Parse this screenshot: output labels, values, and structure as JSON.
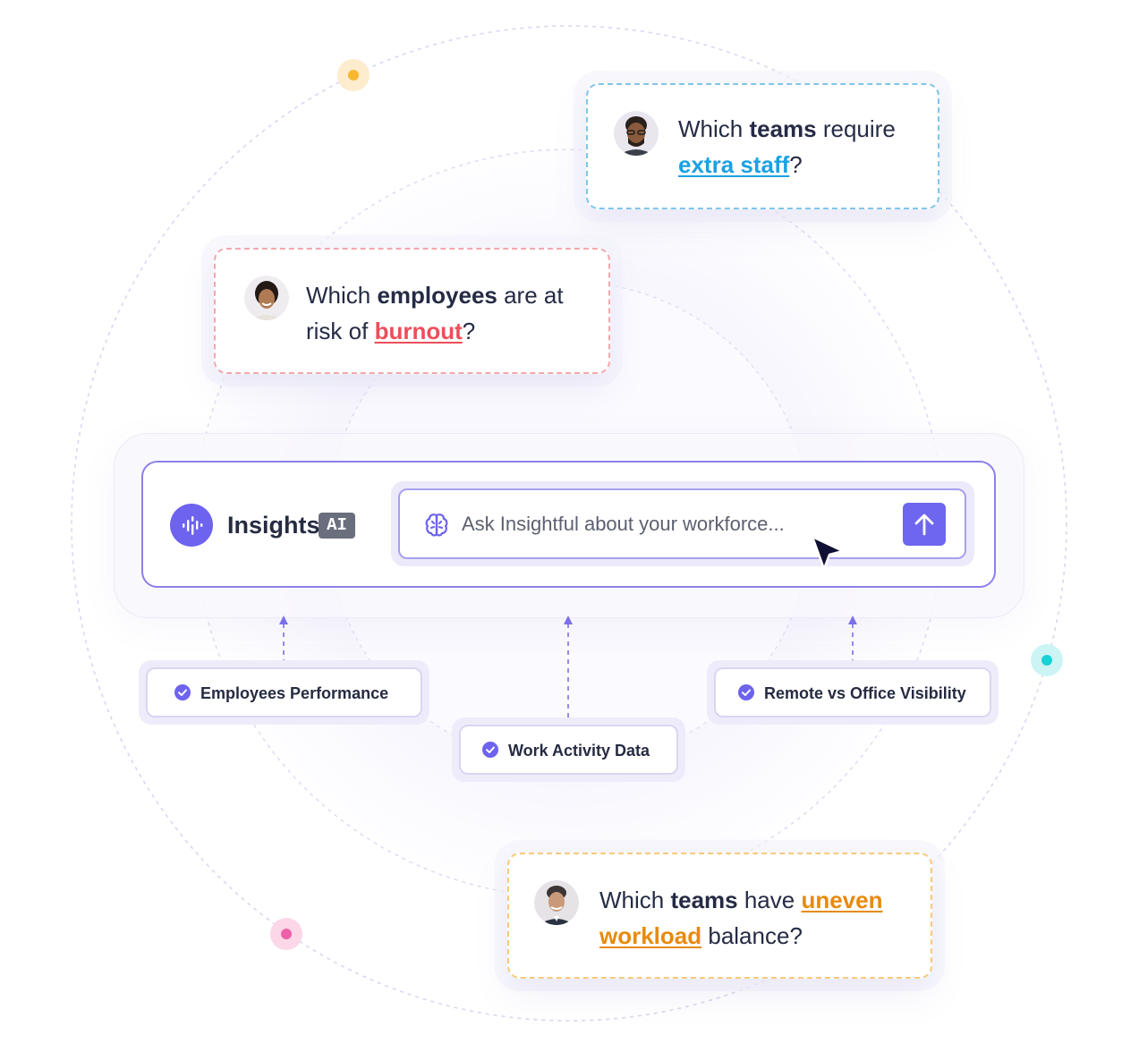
{
  "questions": {
    "blue": {
      "pre": "Which ",
      "bold": "teams",
      "mid": " require",
      "highlight": "extra staff",
      "post": "?",
      "highlight_color": "#1aa2e3"
    },
    "red": {
      "pre": "Which ",
      "bold": "employees",
      "mid": " are at",
      "line2_pre": "risk of ",
      "highlight": "burnout",
      "post": "?",
      "highlight_color": "#ee4d5b"
    },
    "orange": {
      "pre": "Which ",
      "bold": "teams",
      "mid": " have ",
      "highlight_a": "uneven",
      "highlight_b": "workload",
      "post": " balance?",
      "highlight_color": "#e88a0c"
    }
  },
  "insights": {
    "title": "Insights",
    "badge": "AI",
    "search_placeholder": "Ask Insightful about your workforce...",
    "send_icon": "arrow-up-icon"
  },
  "sources": [
    {
      "label": "Employees Performance"
    },
    {
      "label": "Work Activity Data"
    },
    {
      "label": "Remote vs Office Visibility"
    }
  ],
  "colors": {
    "accent": "#6d63ee",
    "blue": "#1aa2e3",
    "red": "#ee4d5b",
    "orange": "#e88a0c",
    "dot_yellow": "#f7b731",
    "dot_teal": "#16d2d6",
    "dot_pink": "#ee5fa8"
  }
}
